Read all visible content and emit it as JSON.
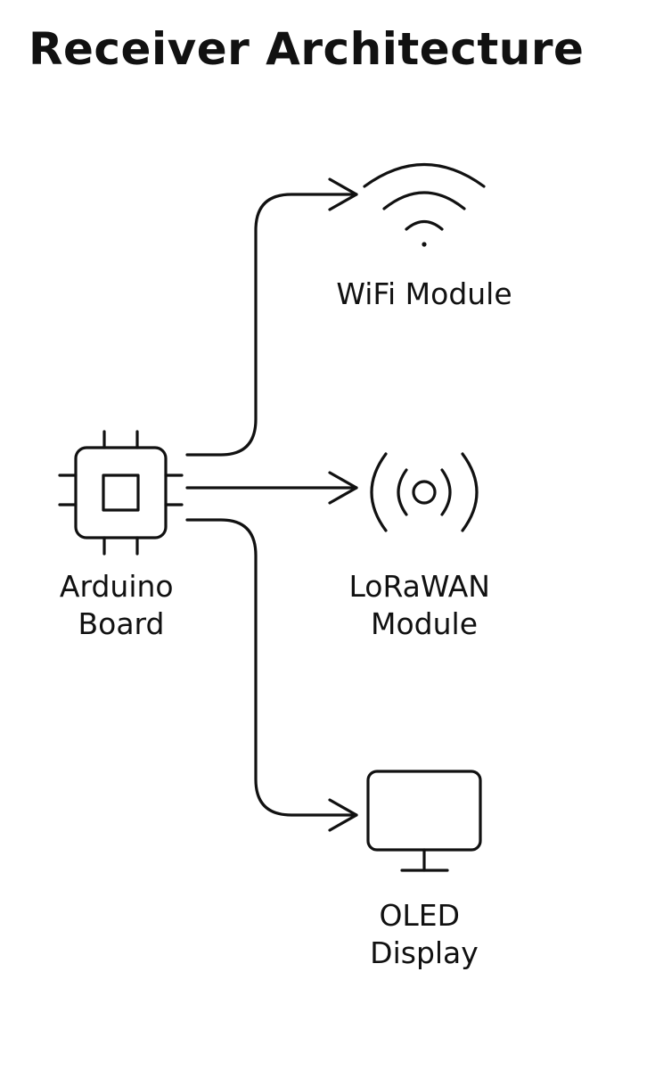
{
  "title": "Receiver Architecture",
  "nodes": {
    "arduino": {
      "icon": "chip-icon",
      "label_lines": [
        "Arduino",
        "Board"
      ]
    },
    "wifi": {
      "icon": "wifi-icon",
      "label_lines": [
        "WiFi Module"
      ]
    },
    "lorawan": {
      "icon": "radio-broadcast-icon",
      "label_lines": [
        "LoRaWAN",
        "Module"
      ]
    },
    "oled": {
      "icon": "monitor-icon",
      "label_lines": [
        "OLED",
        "Display"
      ]
    }
  },
  "edges": [
    {
      "from": "Arduino Board",
      "to": "WiFi Module"
    },
    {
      "from": "Arduino Board",
      "to": "LoRaWAN Module"
    },
    {
      "from": "Arduino Board",
      "to": "OLED Display"
    }
  ],
  "colors": {
    "ink": "#111111",
    "background": "#ffffff"
  }
}
